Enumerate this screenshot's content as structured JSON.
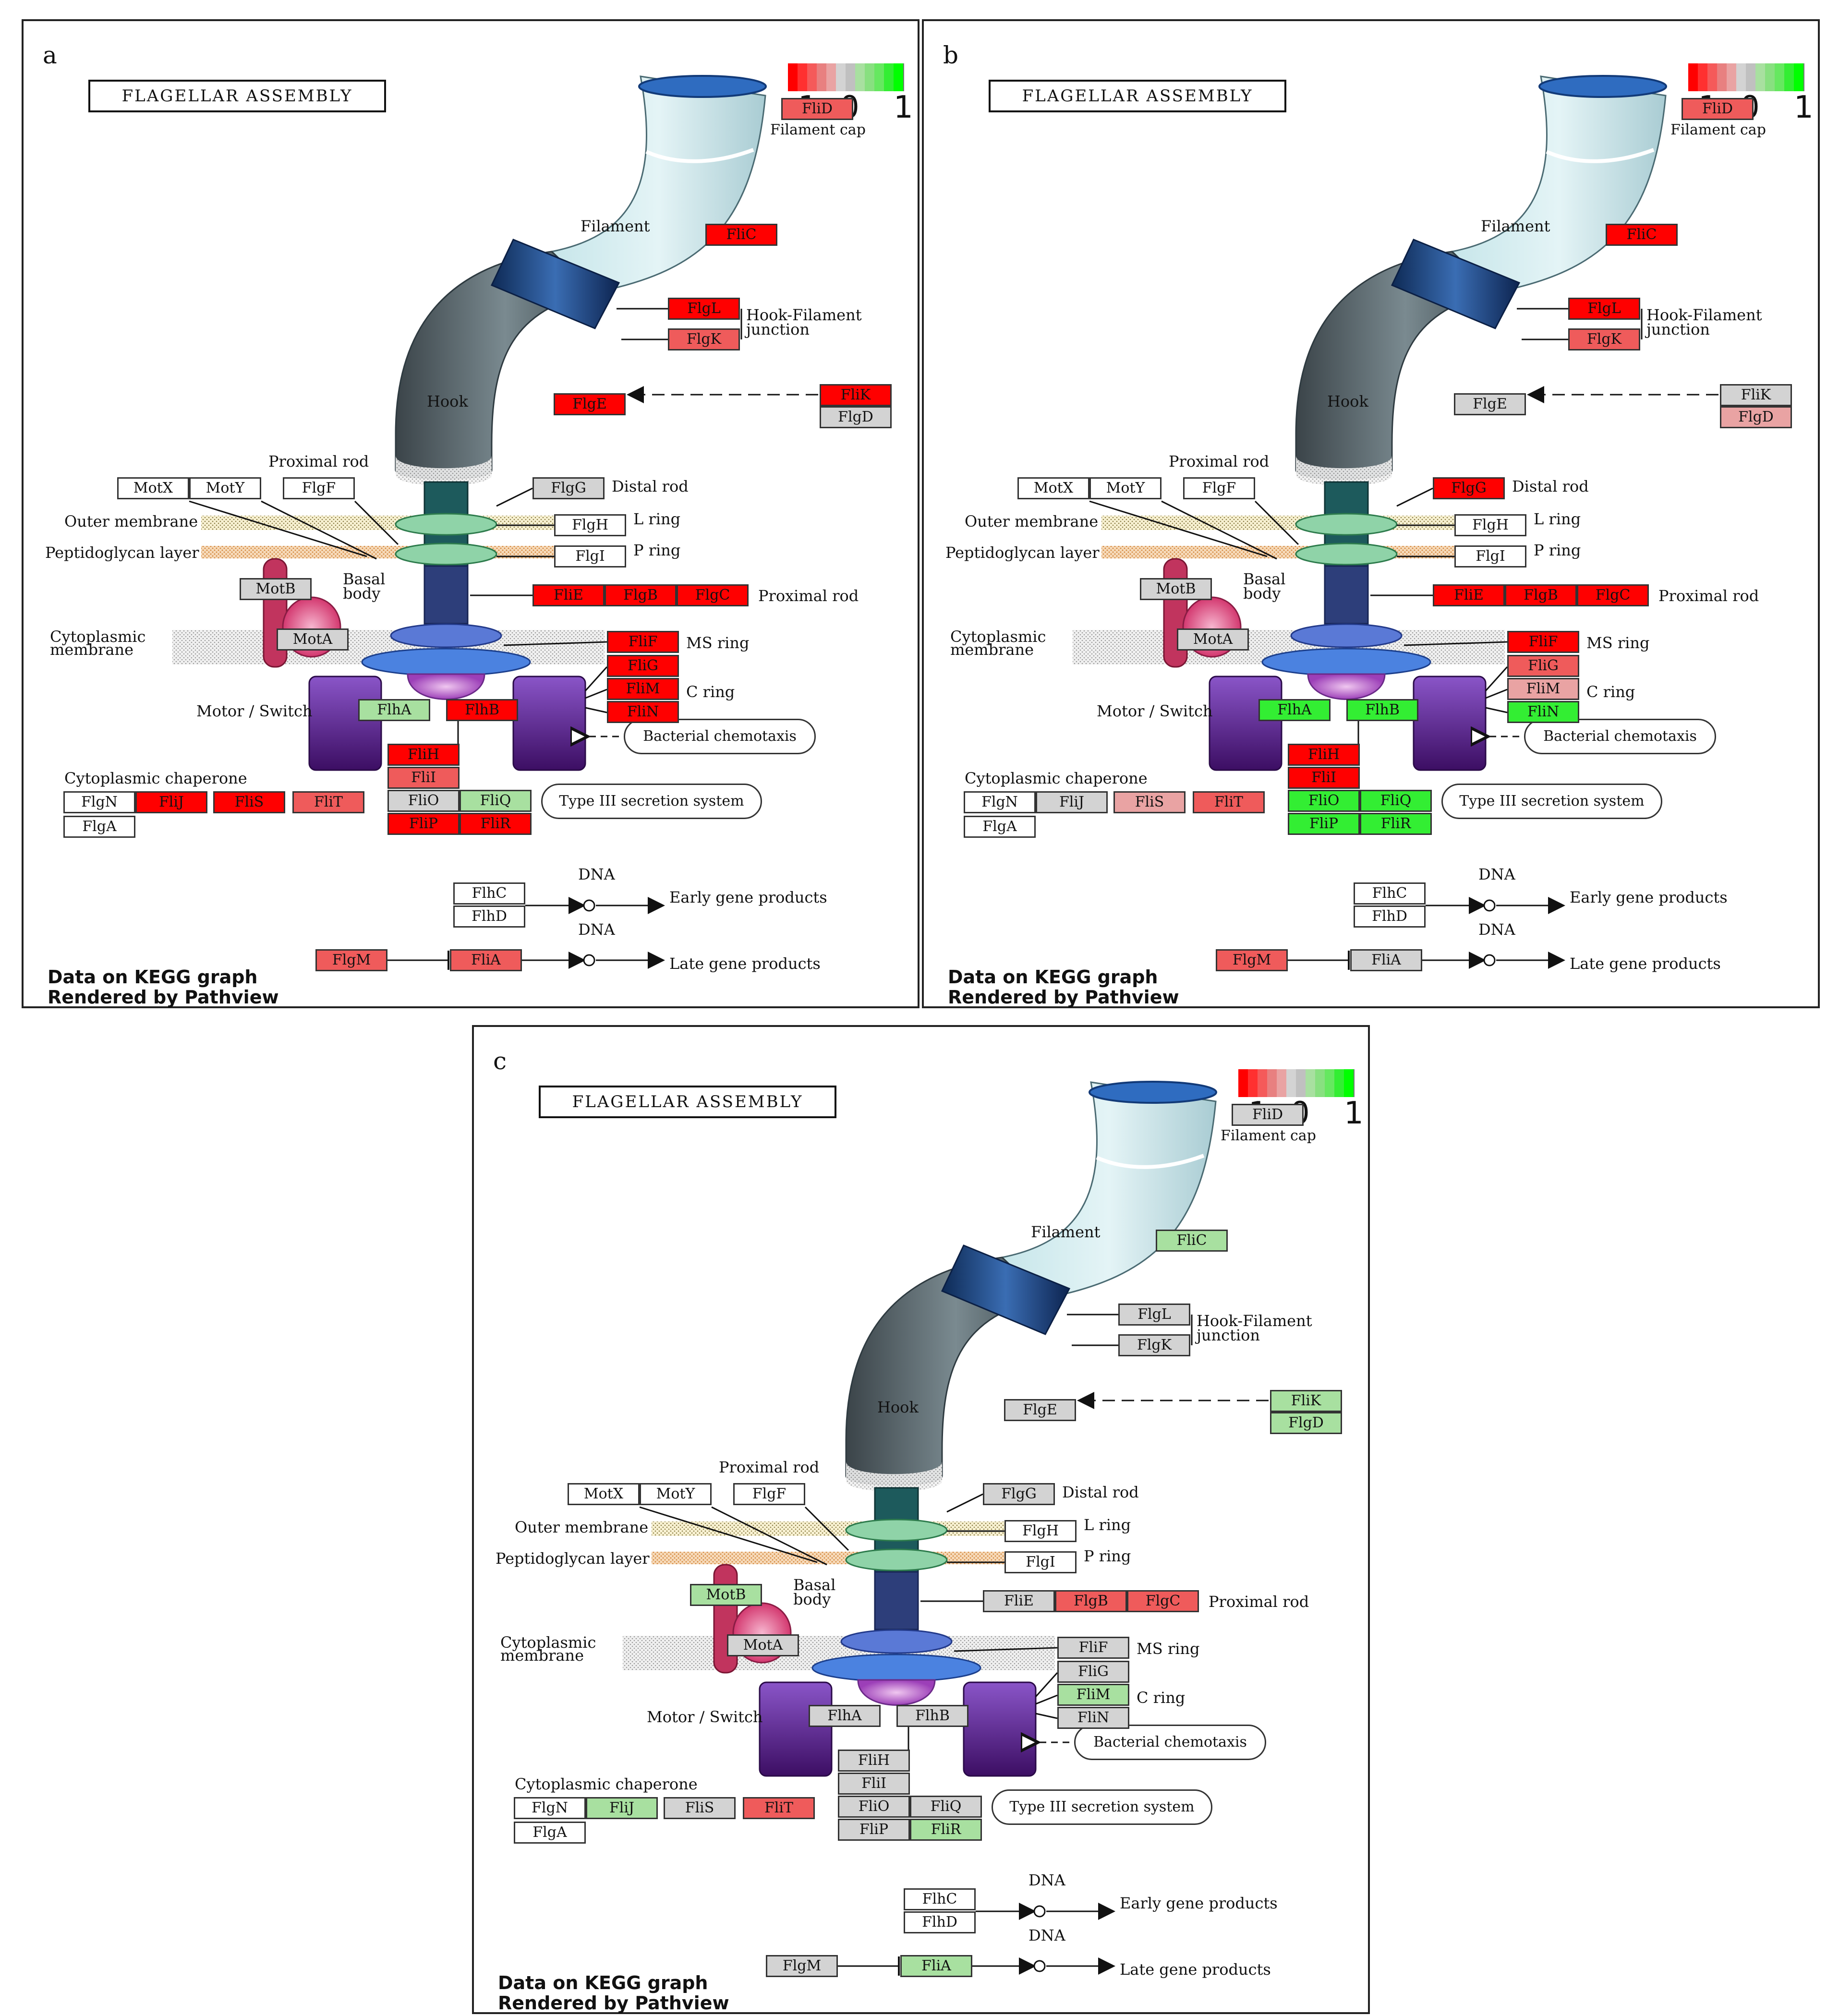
{
  "figure": {
    "colors": {
      "up": "#ff0000",
      "up_mid": "#ef5b5b",
      "up_light": "#e9a3a3",
      "none": "#d3d3d3",
      "down_light": "#a8e0a0",
      "down": "#33ee33",
      "blank": "#ffffff"
    },
    "common": {
      "title": "FLAGELLAR ASSEMBLY",
      "footer_line1": "Data on KEGG graph",
      "footer_line2": "Rendered by Pathview",
      "scale_min": "-1",
      "scale_mid": "0",
      "scale_max": "1",
      "labels": {
        "filament_cap": "Filament cap",
        "filament": "Filament",
        "hook_filament_junction_1": "Hook-Filament",
        "hook_filament_junction_2": "junction",
        "hook": "Hook",
        "proximal_rod_top": "Proximal rod",
        "distal_rod": "Distal rod",
        "outer_membrane": "Outer membrane",
        "l_ring": "L ring",
        "peptidoglycan_layer": "Peptidoglycan layer",
        "p_ring": "P ring",
        "basal_body_1": "Basal",
        "basal_body_2": "body",
        "proximal_rod_right": "Proximal rod",
        "cytoplasmic_membrane_1": "Cytoplasmic",
        "cytoplasmic_membrane_2": "membrane",
        "ms_ring": "MS ring",
        "c_ring": "C ring",
        "motor_switch": "Motor / Switch",
        "bacterial_chemotaxis": "Bacterial chemotaxis",
        "cytoplasmic_chaperone": "Cytoplasmic chaperone",
        "type_iii": "Type III secretion system",
        "dna_1": "DNA",
        "early_gene_products": "Early gene products",
        "dna_2": "DNA",
        "late_gene_products": "Late gene products"
      }
    },
    "panels": [
      {
        "letter": "a",
        "genes": {
          "FliD": "up_mid",
          "FliC": "up",
          "FlgL": "up",
          "FlgK": "up_mid",
          "FlgE": "up",
          "FliK": "up",
          "FlgD": "none",
          "MotX": "blank",
          "MotY": "blank",
          "FlgF": "blank",
          "FlgG": "none",
          "FlgH": "blank",
          "FlgI": "blank",
          "MotB": "none",
          "MotA": "none",
          "FliE": "up",
          "FlgB": "up",
          "FlgC": "up",
          "FliF": "up",
          "FliG": "up",
          "FliM": "up",
          "FliN": "up",
          "FlhA": "down_light",
          "FlhB": "up",
          "FliH": "up",
          "FliI": "up_mid",
          "FliO": "none",
          "FliQ": "down_light",
          "FliP": "up",
          "FliR": "up",
          "FlgN": "blank",
          "FliJ": "up",
          "FliS": "up",
          "FliT": "up_mid",
          "FlgA": "blank",
          "FlhC": "blank",
          "FlhD": "blank",
          "FlgM": "up_mid",
          "FliA": "up_mid"
        }
      },
      {
        "letter": "b",
        "genes": {
          "FliD": "up_mid",
          "FliC": "up",
          "FlgL": "up",
          "FlgK": "up_mid",
          "FlgE": "none",
          "FliK": "none",
          "FlgD": "up_light",
          "MotX": "blank",
          "MotY": "blank",
          "FlgF": "blank",
          "FlgG": "up",
          "FlgH": "blank",
          "FlgI": "blank",
          "MotB": "none",
          "MotA": "none",
          "FliE": "up",
          "FlgB": "up",
          "FlgC": "up",
          "FliF": "up",
          "FliG": "up_mid",
          "FliM": "up_light",
          "FliN": "down",
          "FlhA": "down",
          "FlhB": "down",
          "FliH": "up",
          "FliI": "up",
          "FliO": "down",
          "FliQ": "down",
          "FliP": "down",
          "FliR": "down",
          "FlgN": "blank",
          "FliJ": "none",
          "FliS": "up_light",
          "FliT": "up_mid",
          "FlgA": "blank",
          "FlhC": "blank",
          "FlhD": "blank",
          "FlgM": "up_mid",
          "FliA": "none"
        }
      },
      {
        "letter": "c",
        "genes": {
          "FliD": "none",
          "FliC": "down_light",
          "FlgL": "none",
          "FlgK": "none",
          "FlgE": "none",
          "FliK": "down_light",
          "FlgD": "down_light",
          "MotX": "blank",
          "MotY": "blank",
          "FlgF": "blank",
          "FlgG": "none",
          "FlgH": "blank",
          "FlgI": "blank",
          "MotB": "down_light",
          "MotA": "none",
          "FliE": "none",
          "FlgB": "up_mid",
          "FlgC": "up_mid",
          "FliF": "none",
          "FliG": "none",
          "FliM": "down_light",
          "FliN": "none",
          "FlhA": "none",
          "FlhB": "none",
          "FliH": "none",
          "FliI": "none",
          "FliO": "none",
          "FliQ": "none",
          "FliP": "none",
          "FliR": "down_light",
          "FlgN": "blank",
          "FliJ": "down_light",
          "FliS": "none",
          "FliT": "up_mid",
          "FlgA": "blank",
          "FlhC": "blank",
          "FlhD": "blank",
          "FlgM": "none",
          "FliA": "down_light"
        }
      }
    ]
  }
}
